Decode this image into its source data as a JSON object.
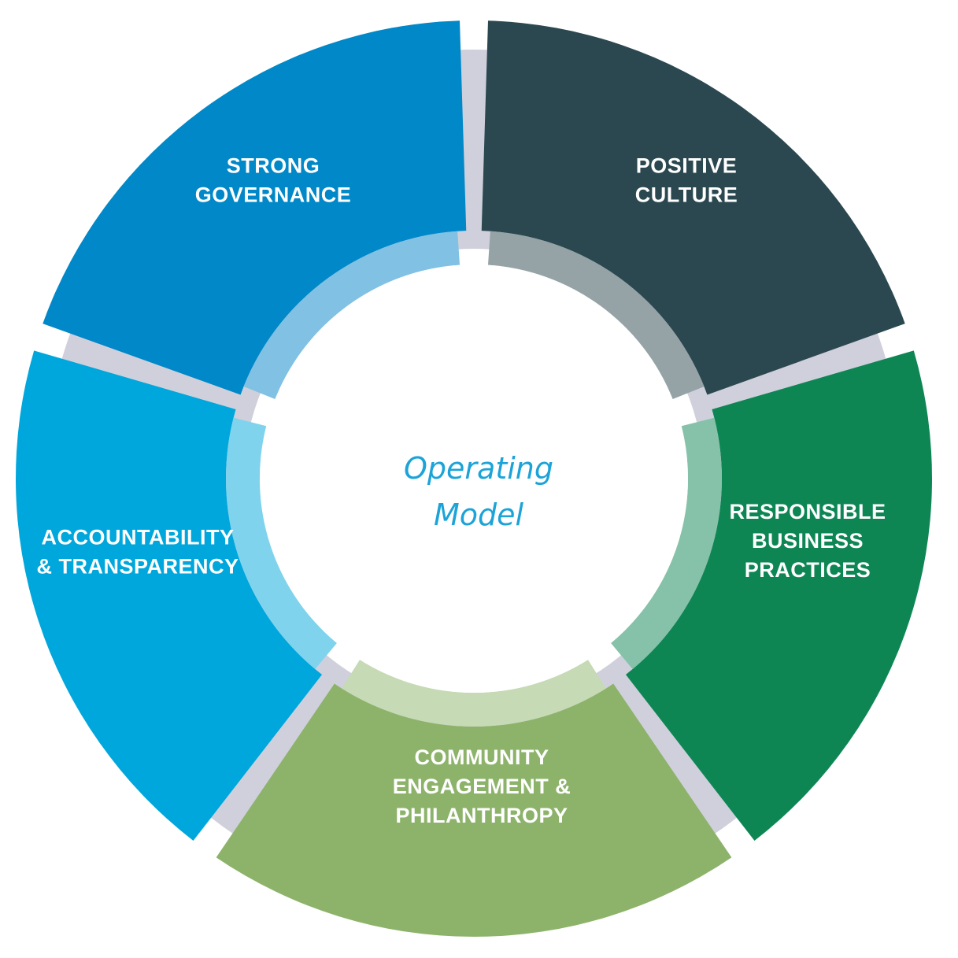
{
  "center": {
    "lines": [
      "Operating",
      "Model"
    ]
  },
  "segments": [
    {
      "id": "positive-culture",
      "lines": [
        "POSITIVE",
        "CULTURE"
      ],
      "color": "#0088c8",
      "inner_color": "#80c1e4"
    },
    {
      "id": "responsible-business-practices",
      "lines": [
        "RESPONSIBLE",
        "BUSINESS",
        "PRACTICES"
      ],
      "color": "#2b4850",
      "inner_color": "#95a3a7"
    },
    {
      "id": "community-engagement-philanthropy",
      "lines": [
        "COMMUNITY",
        "ENGAGEMENT &",
        "PHILANTHROPY"
      ],
      "color": "#0e8654",
      "inner_color": "#86c2a9"
    },
    {
      "id": "accountability-transparency",
      "lines": [
        "ACCOUNTABILITY",
        "& TRANSPARENCY"
      ],
      "color": "#8db36b",
      "inner_color": "#c5dab5"
    },
    {
      "id": "strong-governance",
      "lines": [
        "STRONG",
        "GOVERNANCE"
      ],
      "color": "#00a7dc",
      "inner_color": "#80d3ed"
    }
  ],
  "colors": {
    "backing_ring": "#d0d0dc",
    "center_text": "#1ca3d8"
  }
}
